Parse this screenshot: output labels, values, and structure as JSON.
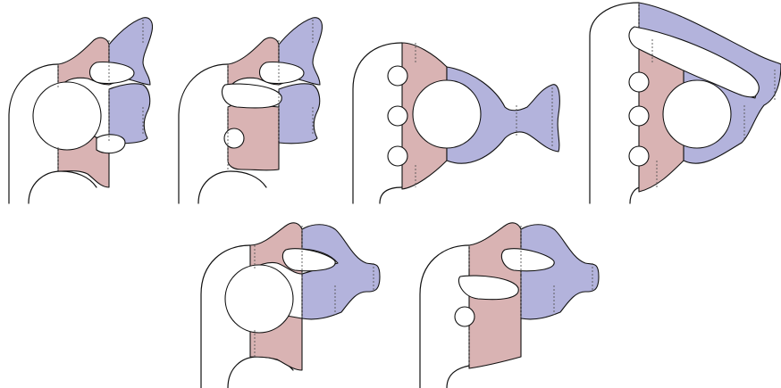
{
  "colors": {
    "red_region": "#d9b3b3",
    "blue_region": "#b3b3dc",
    "outline": "#111111",
    "background": "#ffffff"
  },
  "panels": [
    {
      "id": "top-1",
      "description_shape": "two red lobes, two blue lobes, central hole"
    },
    {
      "id": "top-2",
      "description_shape": "two red lobes, two blue lobes, small boundary hole"
    },
    {
      "id": "top-3",
      "description_shape": "red column, blue lobe chain, three boundary holes"
    },
    {
      "id": "top-4",
      "description_shape": "red column, long blue band, three boundary holes"
    },
    {
      "id": "bottom-1",
      "description_shape": "two red lobes, blue chain, central hole"
    },
    {
      "id": "bottom-2",
      "description_shape": "red column, blue chain, boundary hole"
    }
  ]
}
